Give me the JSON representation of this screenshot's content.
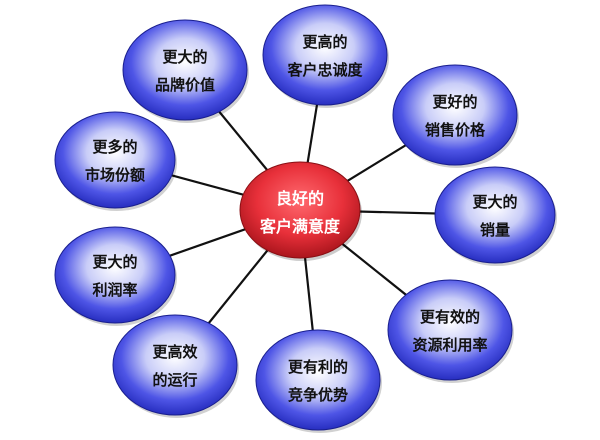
{
  "center": {
    "line1": "良好的",
    "line2": "客户满意度"
  },
  "nodes": [
    {
      "line1": "更大的",
      "line2": "品牌价值"
    },
    {
      "line1": "更高的",
      "line2": "客户忠诚度"
    },
    {
      "line1": "更好的",
      "line2": "销售价格"
    },
    {
      "line1": "更大的",
      "line2": "销量"
    },
    {
      "line1": "更有效的",
      "line2": "资源利用率"
    },
    {
      "line1": "更有利的",
      "line2": "竞争优势"
    },
    {
      "line1": "更高效",
      "line2": "的运行"
    },
    {
      "line1": "更大的",
      "line2": "利润率"
    },
    {
      "line1": "更多的",
      "line2": "市场份额"
    }
  ],
  "colors": {
    "center_fill": "#e8303a",
    "node_fill": "#3a3fd8",
    "line": "#111111"
  }
}
